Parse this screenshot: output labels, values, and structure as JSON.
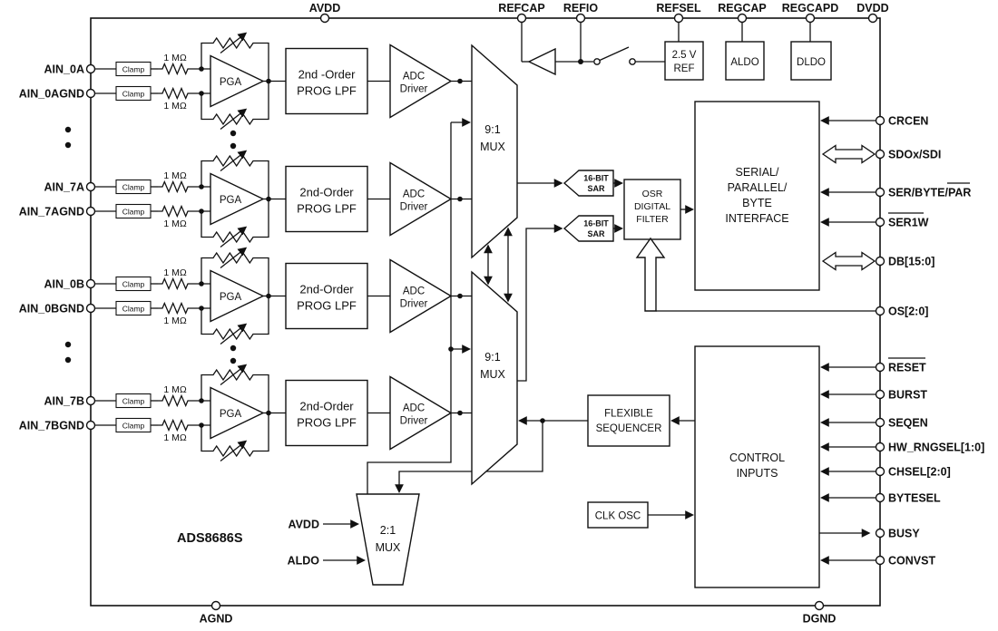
{
  "device": "ADS8686S",
  "top_pins": [
    "AVDD",
    "REFCAP",
    "REFIO",
    "REFSEL",
    "REGCAP",
    "REGCAPD",
    "DVDD"
  ],
  "bottom_pins": [
    "AGND",
    "DGND"
  ],
  "right_pins": [
    "CRCEN",
    "SDOx/SDI",
    "SER/BYTE/PAR",
    "SER1W",
    "DB[15:0]",
    "OS[2:0]",
    "RESET",
    "BURST",
    "SEQEN",
    "HW_RNGSEL[1:0]",
    "CHSEL[2:0]",
    "BYTESEL",
    "BUSY",
    "CONVST"
  ],
  "channels": [
    {
      "input": "AIN_0A",
      "gnd": "AIN_0AGND",
      "clamp": "Clamp",
      "res_top": "1 MΩ",
      "res_bot": "1 MΩ",
      "pga": "PGA",
      "lpf1": "2nd -Order",
      "lpf2": "PROG LPF",
      "drv1": "ADC",
      "drv2": "Driver"
    },
    {
      "input": "AIN_7A",
      "gnd": "AIN_7AGND",
      "clamp": "Clamp",
      "res_top": "1 MΩ",
      "res_bot": "1 MΩ",
      "pga": "PGA",
      "lpf1": "2nd-Order",
      "lpf2": "PROG LPF",
      "drv1": "ADC",
      "drv2": "Driver"
    },
    {
      "input": "AIN_0B",
      "gnd": "AIN_0BGND",
      "clamp": "Clamp",
      "res_top": "1 MΩ",
      "res_bot": "1 MΩ",
      "pga": "PGA",
      "lpf1": "2nd-Order",
      "lpf2": "PROG LPF",
      "drv1": "ADC",
      "drv2": "Driver"
    },
    {
      "input": "AIN_7B",
      "gnd": "AIN_7BGND",
      "clamp": "Clamp",
      "res_top": "1 MΩ",
      "res_bot": "1 MΩ",
      "pga": "PGA",
      "lpf1": "2nd-Order",
      "lpf2": "PROG LPF",
      "drv1": "ADC",
      "drv2": "Driver"
    }
  ],
  "blocks": {
    "ref_l1": "2.5 V",
    "ref_l2": "REF",
    "aldo": "ALDO",
    "dldo": "DLDO",
    "mux_a_l1": "9:1",
    "mux_a_l2": "MUX",
    "mux_b_l1": "9:1",
    "mux_b_l2": "MUX",
    "sar1_l1": "16-BIT",
    "sar1_l2": "SAR",
    "sar2_l1": "16-BIT",
    "sar2_l2": "SAR",
    "osr_l1": "OSR",
    "osr_l2": "DIGITAL",
    "osr_l3": "FILTER",
    "iface_l1": "SERIAL/",
    "iface_l2": "PARALLEL/",
    "iface_l3": "BYTE",
    "iface_l4": "INTERFACE",
    "control_l1": "CONTROL",
    "control_l2": "INPUTS",
    "seq_l1": "FLEXIBLE",
    "seq_l2": "SEQUENCER",
    "clk": "CLK OSC",
    "mux21_l1": "2:1",
    "mux21_l2": "MUX",
    "mux21_in1": "AVDD",
    "mux21_in2": "ALDO"
  }
}
